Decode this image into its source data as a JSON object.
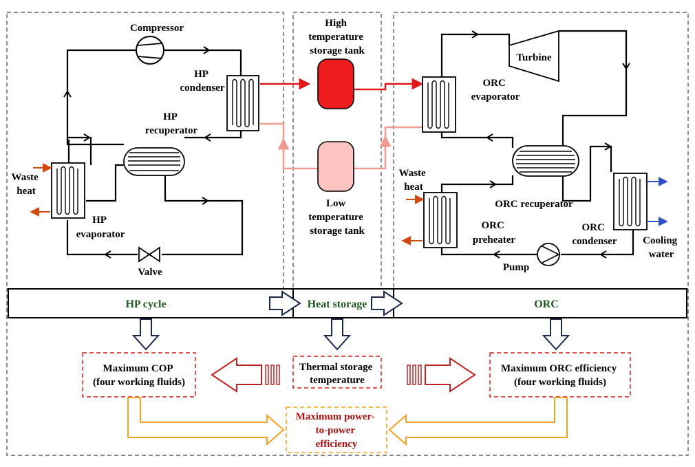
{
  "components": {
    "compressor": "Compressor",
    "hp_condenser": [
      "HP",
      "condenser"
    ],
    "hp_recuperator": [
      "HP",
      "recuperator"
    ],
    "waste_heat_left": [
      "Waste",
      "heat"
    ],
    "hp_evaporator": [
      "HP",
      "evaporator"
    ],
    "valve": "Valve",
    "high_tank": [
      "High",
      "temperature",
      "storage tank"
    ],
    "low_tank": [
      "Low",
      "temperature",
      "storage tank"
    ],
    "turbine": "Turbine",
    "orc_evaporator": [
      "ORC",
      "evaporator"
    ],
    "waste_heat_right": [
      "Waste",
      "heat"
    ],
    "orc_recuperator": "ORC recuperator",
    "orc_preheater": [
      "ORC",
      "preheater"
    ],
    "orc_condenser": [
      "ORC",
      "condenser"
    ],
    "pump": "Pump",
    "cooling_water": [
      "Cooling",
      "water"
    ]
  },
  "bar": {
    "hp_cycle": "HP cycle",
    "heat_storage": "Heat storage",
    "orc": "ORC"
  },
  "results": {
    "max_cop": [
      "Maximum COP",
      "(four working fluids)"
    ],
    "thermal_storage": [
      "Thermal storage",
      "temperature"
    ],
    "max_orc": [
      "Maximum ORC efficiency",
      "(four working fluids)"
    ],
    "max_p2p": [
      "Maximum power-",
      "to-power",
      "efficiency"
    ]
  },
  "colors": {
    "hot": "#e01818",
    "cold": "#f09a90",
    "waste_heat_arrow": "#d04a10",
    "cooling_arrow": "#3050c8",
    "result_box": "#d02020",
    "p2p_box": "#f5a020",
    "section_label": "#1f5a1f",
    "flow_arrow": "#1a2850"
  }
}
